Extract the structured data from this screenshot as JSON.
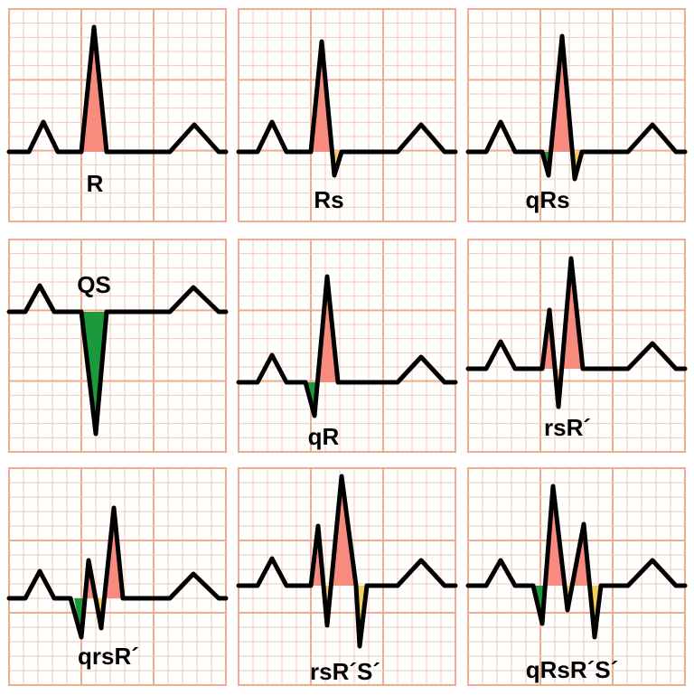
{
  "colors": {
    "positive": "#f98b7e",
    "q_wave": "#1a9a3c",
    "s_wave": "#f5cf5e",
    "grid_minor": "#f5c9b3",
    "grid_major": "#f0ad8d",
    "trace": "#000000"
  },
  "panels": [
    {
      "id": "r",
      "label": "R"
    },
    {
      "id": "rs",
      "label": "Rs"
    },
    {
      "id": "qrs",
      "label": "qRs"
    },
    {
      "id": "qs",
      "label": "QS"
    },
    {
      "id": "qr",
      "label": "qR"
    },
    {
      "id": "rsr-prime",
      "label": "rsR´"
    },
    {
      "id": "qrsr-prime",
      "label": "qrsR´"
    },
    {
      "id": "rsr-prime-s-prime",
      "label": "rsR´S´"
    },
    {
      "id": "qrsr-prime-s-prime",
      "label": "qRsR´S´"
    }
  ]
}
